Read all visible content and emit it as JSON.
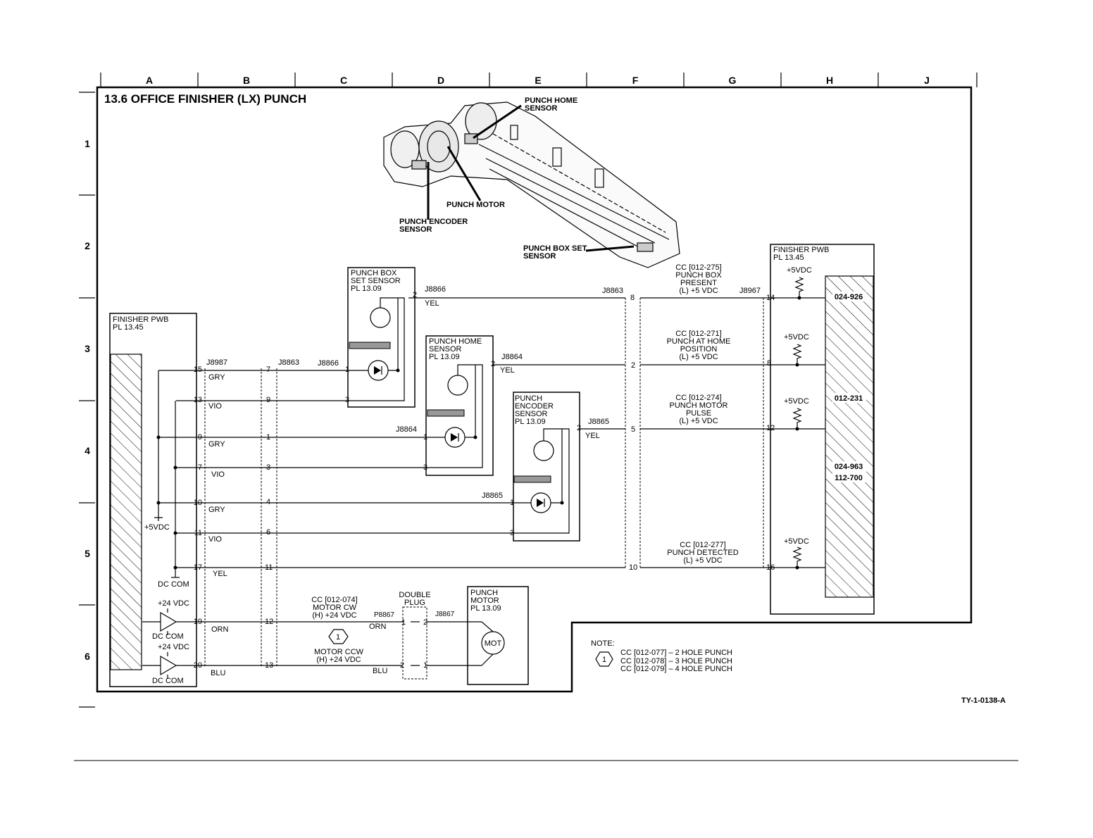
{
  "title": "13.6 OFFICE FINISHER (LX) PUNCH",
  "drawing_id": "TY-1-0138-A",
  "column_labels": [
    "A",
    "B",
    "C",
    "D",
    "E",
    "F",
    "G",
    "H",
    "J"
  ],
  "row_labels": [
    "1",
    "2",
    "3",
    "4",
    "5",
    "6"
  ],
  "callouts": {
    "home_sensor": "PUNCH HOME SENSOR",
    "punch_motor": "PUNCH MOTOR",
    "encoder_sensor": "PUNCH ENCODER SENSOR",
    "box_set_sensor": "PUNCH BOX SET SENSOR"
  },
  "left_pwb": {
    "name": "FINISHER PWB",
    "pl": "PL 13.45"
  },
  "right_pwb": {
    "name": "FINISHER PWB",
    "pl": "PL 13.45",
    "codes": [
      "024-926",
      "012-231",
      "024-963",
      "112-700"
    ]
  },
  "components": {
    "box_set": {
      "l1": "PUNCH BOX",
      "l2": "SET SENSOR",
      "pl": "PL 13.09"
    },
    "home": {
      "l1": "PUNCH HOME",
      "l2": "SENSOR",
      "pl": "PL 13.09"
    },
    "encoder": {
      "l1": "PUNCH",
      "l2": "ENCODER",
      "l3": "SENSOR",
      "pl": "PL 13.09"
    },
    "motor": {
      "l1": "PUNCH",
      "l2": "MOTOR",
      "pl": "PL 13.09",
      "symbol": "MOT"
    },
    "double_plug": {
      "l1": "DOUBLE",
      "l2": "PLUG"
    }
  },
  "connectors": {
    "j8987": "J8987",
    "j8863": "J8863",
    "j8866": "J8866",
    "j8864": "J8864",
    "j8865": "J8865",
    "j8967": "J8967",
    "p8867": "P8867",
    "j8867": "J8867"
  },
  "left_pins": [
    "15",
    "13",
    "9",
    "7",
    "10",
    "11",
    "17",
    "19",
    "20"
  ],
  "j8863_pins_left": [
    "7",
    "9",
    "1",
    "3",
    "4",
    "6",
    "11",
    "12",
    "13"
  ],
  "wire_colors": [
    "GRY",
    "VIO",
    "GRY",
    "VIO",
    "GRY",
    "VIO",
    "YEL",
    "ORN",
    "BLU"
  ],
  "sensor_pins": {
    "out": "2",
    "anode": "1",
    "gnd": "3"
  },
  "mid_pins": [
    "8",
    "2",
    "5",
    "10"
  ],
  "right_pins": [
    "14",
    "8",
    "12",
    "16"
  ],
  "yel": "YEL",
  "orn": "ORN",
  "blu": "BLU",
  "plug_pins": {
    "a": "1",
    "b": "2",
    "c": "2",
    "d": "1"
  },
  "cc_labels": [
    {
      "l1": "CC [012-275]",
      "l2": "PUNCH BOX",
      "l3": "PRESENT",
      "l4": "(L) +5 VDC"
    },
    {
      "l1": "CC [012-271]",
      "l2": "PUNCH AT HOME",
      "l3": "POSITION",
      "l4": "(L) +5 VDC"
    },
    {
      "l1": "CC [012-274]",
      "l2": "PUNCH MOTOR",
      "l3": "PULSE",
      "l4": "(L) +5 VDC"
    },
    {
      "l1": "CC [012-277]",
      "l2": "PUNCH DETECTED",
      "l3": "(L) +5 VDC"
    }
  ],
  "motor_cw": {
    "l1": "CC [012-074]",
    "l2": "MOTOR  CW",
    "l3": "(H) +24 VDC"
  },
  "motor_ccw": {
    "l1": "MOTOR CCW",
    "l2": "(H) +24 VDC"
  },
  "power": {
    "v5": "+5VDC",
    "v24": "+24 VDC",
    "dccom": "DC COM"
  },
  "note": {
    "title": "NOTE:",
    "marker": "1",
    "lines": [
      "CC [012-077] – 2 HOLE PUNCH",
      "CC [012-078] – 3 HOLE PUNCH",
      "CC [012-079] – 4 HOLE PUNCH"
    ]
  }
}
